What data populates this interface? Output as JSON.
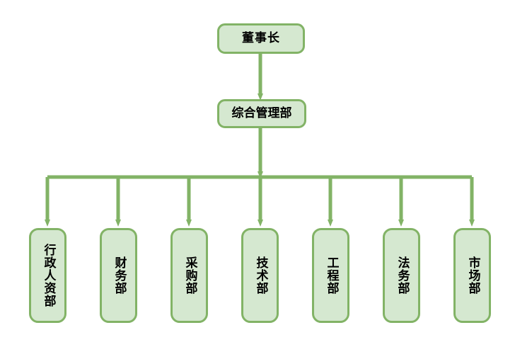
{
  "chart_data": {
    "type": "diagram",
    "diagram_type": "organization-chart",
    "title": "",
    "orientation": "top-down",
    "levels": 3,
    "nodes": [
      {
        "id": "n1",
        "label": "董事长",
        "level": 1,
        "text_direction": "horizontal"
      },
      {
        "id": "n2",
        "label": "综合管理部",
        "level": 2,
        "text_direction": "horizontal"
      },
      {
        "id": "n3",
        "label": "行政人资部",
        "level": 3,
        "text_direction": "vertical"
      },
      {
        "id": "n4",
        "label": "财务部",
        "level": 3,
        "text_direction": "vertical"
      },
      {
        "id": "n5",
        "label": "采购部",
        "level": 3,
        "text_direction": "vertical"
      },
      {
        "id": "n6",
        "label": "技术部",
        "level": 3,
        "text_direction": "vertical"
      },
      {
        "id": "n7",
        "label": "工程部",
        "level": 3,
        "text_direction": "vertical"
      },
      {
        "id": "n8",
        "label": "法务部",
        "level": 3,
        "text_direction": "vertical"
      },
      {
        "id": "n9",
        "label": "市场部",
        "level": 3,
        "text_direction": "vertical"
      }
    ],
    "edges": [
      {
        "from": "n1",
        "to": "n2",
        "style": "arrow"
      },
      {
        "from": "n2",
        "to": "n3",
        "style": "arrow"
      },
      {
        "from": "n2",
        "to": "n4",
        "style": "arrow"
      },
      {
        "from": "n2",
        "to": "n5",
        "style": "arrow"
      },
      {
        "from": "n2",
        "to": "n6",
        "style": "arrow"
      },
      {
        "from": "n2",
        "to": "n7",
        "style": "arrow"
      },
      {
        "from": "n2",
        "to": "n8",
        "style": "arrow"
      },
      {
        "from": "n2",
        "to": "n9",
        "style": "arrow"
      }
    ],
    "colors": {
      "node_fill": "#d5e8d0",
      "node_border": "#82b366",
      "connector": "#82b366",
      "text": "#000000",
      "background": "#ffffff"
    }
  },
  "chart": {
    "top": {
      "label": "董事长"
    },
    "mid": {
      "label": "综合管理部"
    },
    "departments": [
      {
        "label": "行政人资部"
      },
      {
        "label": "财务部"
      },
      {
        "label": "采购部"
      },
      {
        "label": "技术部"
      },
      {
        "label": "工程部"
      },
      {
        "label": "法务部"
      },
      {
        "label": "市场部"
      }
    ]
  }
}
